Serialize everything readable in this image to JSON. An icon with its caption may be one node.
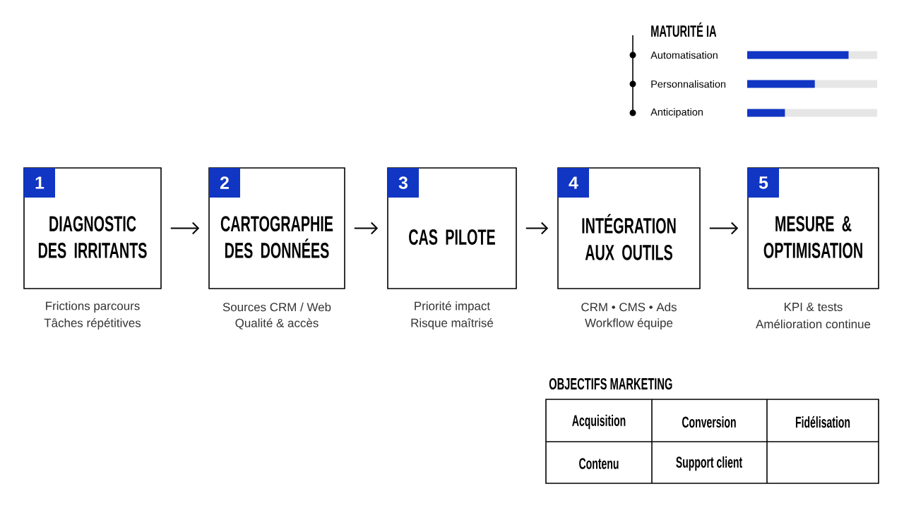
{
  "diagram": {
    "nodes": [
      {
        "text": [
          "1",
          "DIAGNOSTIC DES IRRITANTS"
        ],
        "beside": [
          "Frictions parcours",
          "Tâches répétitives"
        ]
      },
      {
        "text": [
          "2",
          "CARTOGRAPHIE DES DONNÉES"
        ],
        "beside": [
          "Sources CRM / Web",
          "Qualité & accès"
        ]
      },
      {
        "text": [
          "3",
          "CAS PILOTE"
        ],
        "beside": [
          "Priorité impact",
          "Risque maîtrisé"
        ]
      },
      {
        "text": [
          "4",
          "INTÉGRATION AUX OUTILS"
        ],
        "beside": [
          "CRM • CMS • Ads",
          "Workflow équipe"
        ]
      },
      {
        "text": [
          "5",
          "MESURE & OPTIMISATION"
        ],
        "beside": [
          "KPI & tests",
          "Amélioration continue"
        ]
      }
    ],
    "edges": [
      {
        "from": 0,
        "to": 1,
        "arrow": "to"
      },
      {
        "from": 1,
        "to": 2,
        "arrow": "to"
      },
      {
        "from": 2,
        "to": 3,
        "arrow": "to"
      },
      {
        "from": 3,
        "to": 4,
        "arrow": "to"
      }
    ],
    "labels": [
      "MATURITÉ IA",
      "Automatisation",
      "Personnalisation",
      "Anticipation",
      "OBJECTIFS MARKETING",
      "Acquisition",
      "Conversion",
      "Fidélisation",
      "Contenu",
      "Support client"
    ]
  }
}
